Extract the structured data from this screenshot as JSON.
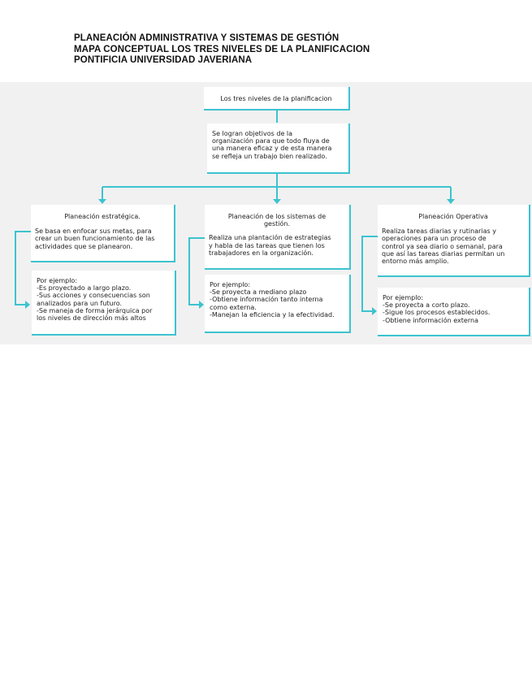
{
  "header": {
    "line1": "PLANEACIÓN ADMINISTRATIVA Y SISTEMAS DE GESTIÓN",
    "line2": "MAPA CONCEPTUAL LOS TRES NIVELES DE LA PLANIFICACION",
    "line3": "PONTIFICIA UNIVERSIDAD JAVERIANA"
  },
  "map": {
    "root": "Los tres niveles de la planificacion",
    "root_desc": "Se logran objetivos de la\norganización para que todo fluya de\nuna manera eficaz y de esta manera\nse refleja un trabajo bien realizado.",
    "columns": [
      {
        "title": "Planeación estratégica.",
        "desc": "Se basa en enfocar sus metas, para\ncrear un buen funcionamiento de las\nactividades que se planearon.",
        "example": "Por ejemplo:\n-Es proyectado a largo plazo.\n-Sus acciones y consecuencias son\nanalizados para un futuro.\n-Se maneja de forma jerárquica por\nlos niveles de dirección más altos"
      },
      {
        "title": "Planeación de los sistemas de\ngestión.",
        "desc": "Realiza una plantación de estrategias\ny habla de las tareas que tienen los\ntrabajadores en la organización.",
        "example": "Por ejemplo:\n-Se proyecta a mediano plazo\n-Obtiene información tanto interna\ncomo externa.\n-Manejan la eficiencia y la efectividad."
      },
      {
        "title": "Planeación Operativa",
        "desc": "Realiza tareas diarias y rutinarias y\noperaciones para un proceso de\ncontrol ya sea diario o semanal, para\nque así las tareas diarias permitan un\nentorno más amplio.",
        "example": "Por ejemplo:\n-Se proyecta a corto plazo.\n-Sigue los procesos establecidos.\n-Obtiene información externa"
      }
    ]
  },
  "colors": {
    "accent": "#3cc3cf",
    "background": "#f1f1f1"
  }
}
